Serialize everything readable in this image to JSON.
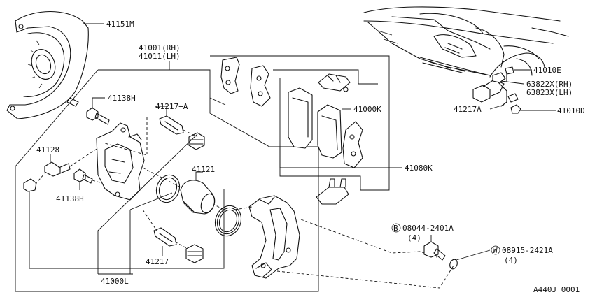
{
  "diagram_code": "A440J 0001",
  "parts": {
    "p41151M": "41151M",
    "p41001": "41001(RH)",
    "p41011": "41011(LH)",
    "p41138H_top": "41138H",
    "p41217A_top": "41217+A",
    "p41128": "41128",
    "p41138H_bot": "41138H",
    "p41121": "41121",
    "p41217": "41217",
    "p41000L": "41000L",
    "p41000K": "41000K",
    "p41080K": "41080K",
    "p41010E": "41010E",
    "p63822X": "63822X(RH)",
    "p63823X": "63823X(LH)",
    "p41217A_right": "41217A",
    "p41010D": "41010D",
    "p08044": "08044-2401A",
    "p08044_qty": "(4)",
    "p08044_marker": "B",
    "p08915": "08915-2421A",
    "p08915_qty": "(4)",
    "p08915_marker": "W"
  }
}
